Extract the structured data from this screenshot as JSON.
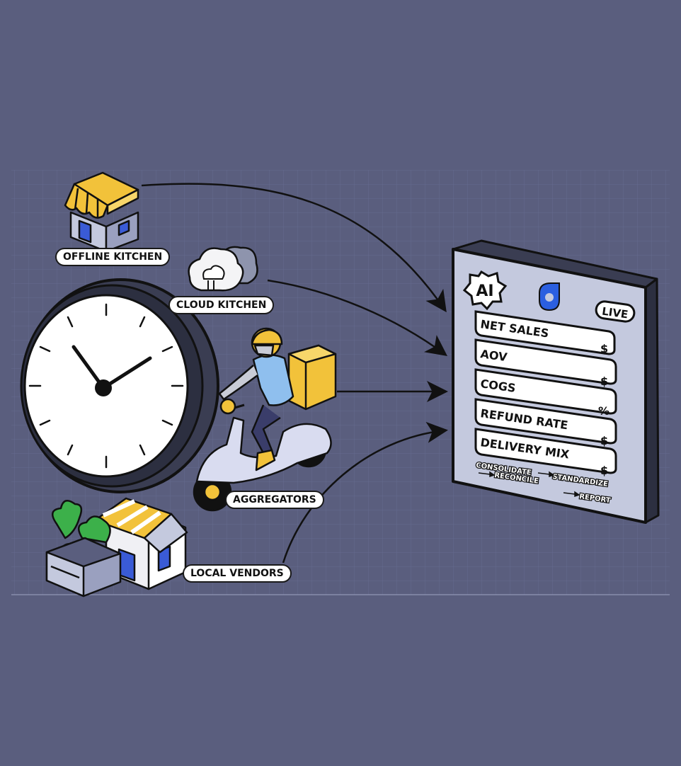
{
  "sources": {
    "offline_kitchen": "OFFLINE KITCHEN",
    "cloud_kitchen": "CLOUD KITCHEN",
    "aggregators": "AGGREGATORS",
    "local_vendors": "LOCAL VENDORS"
  },
  "dashboard": {
    "ai_badge": "AI",
    "live_badge": "LIVE",
    "metrics": [
      {
        "label": "NET SALES",
        "unit": ""
      },
      {
        "label": "AOV",
        "unit": "$"
      },
      {
        "label": "COGS",
        "unit": "$"
      },
      {
        "label": "REFUND RATE",
        "unit": "%"
      },
      {
        "label": "DELIVERY MIX",
        "unit": "$"
      }
    ],
    "extra_unit": "$",
    "footer": {
      "left_line1": "CONSOLIDATE",
      "left_line2": "RECONCILE",
      "right_line1": "STANDARDIZE",
      "right_line2": "REPORT"
    }
  },
  "colors": {
    "background": "#5a5e7e",
    "accent_yellow": "#f2c23a",
    "panel": "#c4c9de",
    "outline": "#111111"
  },
  "icons": [
    "offline-kitchen-icon",
    "cloud-kitchen-icon",
    "delivery-scooter-icon",
    "clock-icon",
    "local-vendors-icon",
    "brand-logo-icon"
  ]
}
